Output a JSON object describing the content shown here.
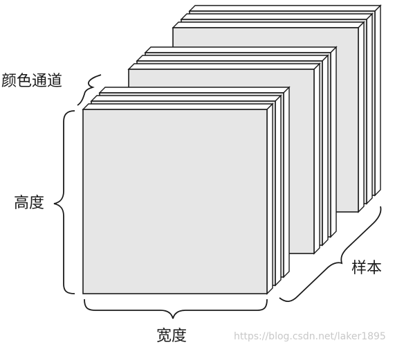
{
  "diagram": {
    "labels": {
      "channels": "颜色通道",
      "height": "高度",
      "width": "宽度",
      "samples": "样本"
    },
    "watermark": "https://blog.csdn.net/laker1895",
    "colors": {
      "face": "#e6e6e6",
      "edge": "#ffffff",
      "stroke": "#1a1a1a"
    }
  }
}
